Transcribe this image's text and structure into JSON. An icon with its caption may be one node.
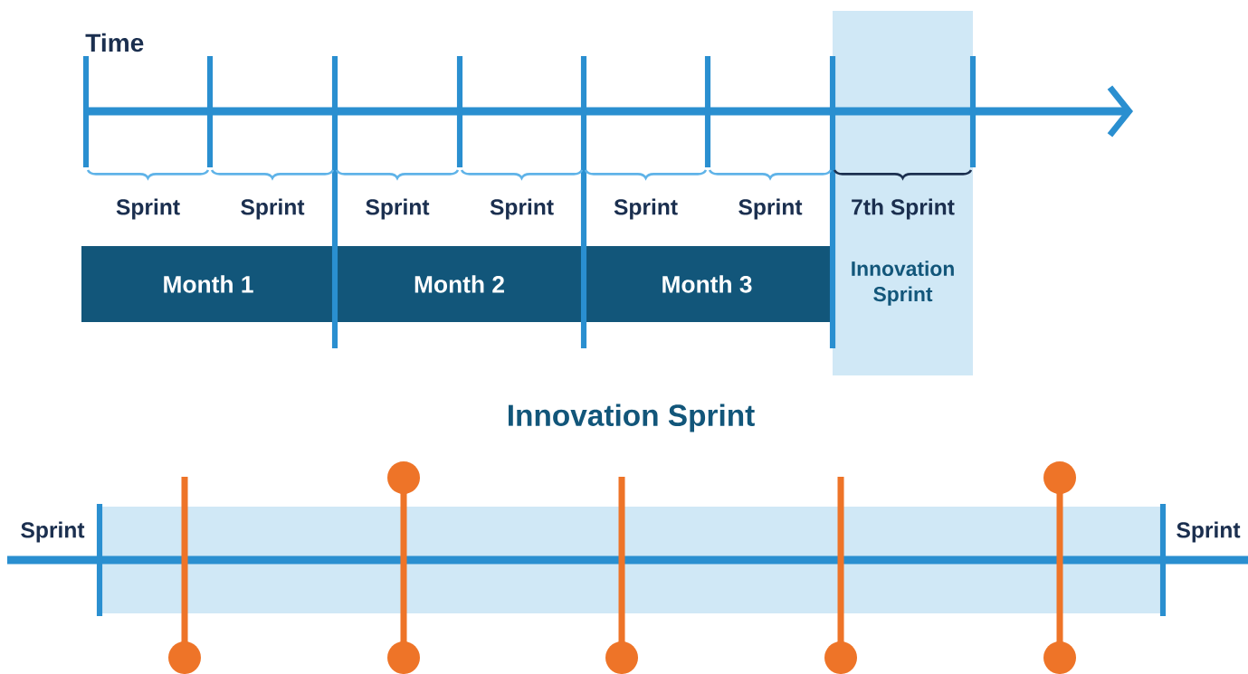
{
  "diagram": {
    "title": "Innovation Sprint",
    "nodes": [
      {
        "text": [
          "Month 1"
        ]
      },
      {
        "text": [
          "Month 2"
        ]
      },
      {
        "text": [
          "Month 3"
        ]
      },
      {
        "text": [
          "7th Sprint",
          "Innovation Sprint"
        ]
      },
      {
        "text": [],
        "shape": "box"
      }
    ],
    "labels": [
      "Time",
      "Sprint",
      "Sprint",
      "Sprint",
      "Sprint",
      "Sprint",
      "Sprint",
      "Sprint",
      "Sprint"
    ]
  }
}
